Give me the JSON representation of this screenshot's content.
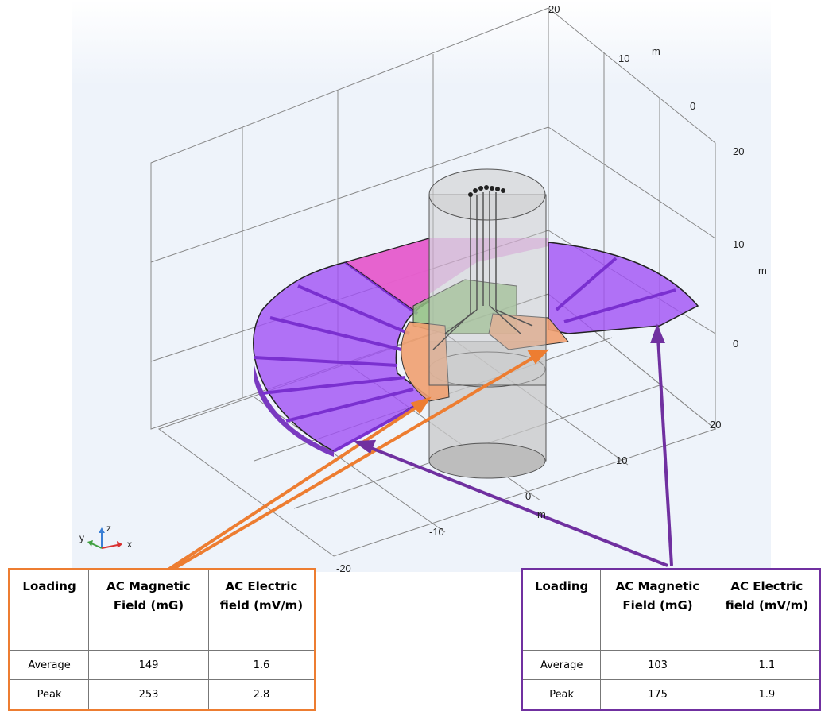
{
  "axis_labels": {
    "top_20": "20",
    "top_10": "10",
    "top_m": "m",
    "top_0": "0",
    "right_20": "20",
    "right_10": "10",
    "right_m": "m",
    "right_0": "0",
    "front_20": "20",
    "front_10": "10",
    "front_0": "0",
    "front_m": "m",
    "front_n10": "-10",
    "front_n20": "-20"
  },
  "triad": {
    "y": "y",
    "z": "z",
    "x": "x"
  },
  "tables": {
    "orange": {
      "border_color": "#ed7d31",
      "headers": [
        "Loading",
        "AC Magnetic Field (mG)",
        "AC Electric field (mV/m)"
      ],
      "rows": [
        {
          "loading": "Average",
          "magnetic": "149",
          "electric": "1.6"
        },
        {
          "loading": "Peak",
          "magnetic": "253",
          "electric": "2.8"
        }
      ]
    },
    "purple": {
      "border_color": "#7030a0",
      "headers": [
        "Loading",
        "AC Magnetic Field (mG)",
        "AC Electric field (mV/m)"
      ],
      "rows": [
        {
          "loading": "Average",
          "magnetic": "103",
          "electric": "1.1"
        },
        {
          "loading": "Peak",
          "magnetic": "175",
          "electric": "1.9"
        }
      ]
    }
  },
  "colors": {
    "purple_region": "#a050f5",
    "pink_region": "#f060c8",
    "orange_region": "#f0a070",
    "green_region": "#90c080",
    "cylinder": "#c8c8c8",
    "arrow_orange": "#ed7d31",
    "arrow_purple": "#7030a0"
  }
}
